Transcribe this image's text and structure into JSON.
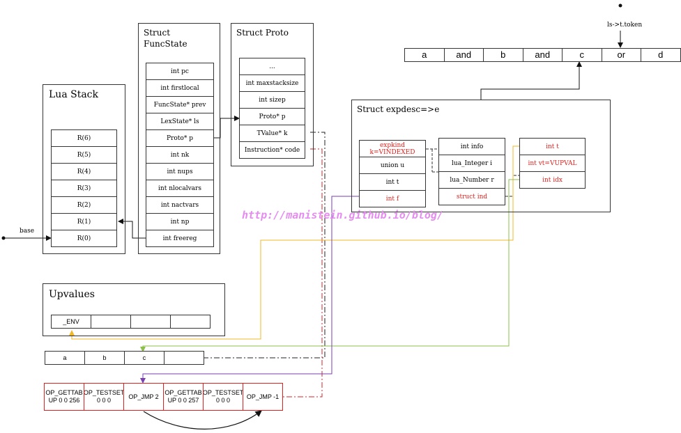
{
  "lua_stack": {
    "title": "Lua Stack",
    "cells": [
      "R(6)",
      "R(5)",
      "R(4)",
      "R(3)",
      "R(2)",
      "R(1)",
      "R(0)"
    ],
    "base_label": "base"
  },
  "func_state": {
    "title_line1": "Struct",
    "title_line2": "FuncState",
    "fields": [
      "int pc",
      "int firstlocal",
      "FuncState* prev",
      "LexState* ls",
      "Proto* p",
      "int nk",
      "int nups",
      "int nlocalvars",
      "int nactvars",
      "int np",
      "int freereg"
    ]
  },
  "proto": {
    "title": "Struct Proto",
    "fields": [
      "...",
      "int maxstacksize",
      "int sizep",
      "Proto* p",
      "TValue* k",
      "Instruction* code"
    ]
  },
  "tokens": {
    "pointer_label": "ls->t.token",
    "items": [
      "a",
      "and",
      "b",
      "and",
      "c",
      "or",
      "d"
    ]
  },
  "expdesc": {
    "title": "Struct expdesc=>e",
    "col1": [
      "expkind k=VINDEXED",
      "union u",
      "int t",
      "int f"
    ],
    "col2": [
      "int info",
      "lua_Integer i",
      "lua_Number r",
      "struct ind"
    ],
    "col3": [
      "int t",
      "int vt=VUPVAL",
      "int idx"
    ]
  },
  "upvalues": {
    "title": "Upvalues",
    "cells": [
      "_ENV",
      "",
      "",
      ""
    ]
  },
  "constants": {
    "cells": [
      "a",
      "b",
      "c",
      ""
    ]
  },
  "code": {
    "cells": [
      "OP_GETTAB UP 0 0 256",
      "OP_TESTSET 0 0 0",
      "OP_JMP 2",
      "OP_GETTAB UP 0 0 257",
      "OP_TESTSET 0 0 0",
      "OP_JMP -1"
    ]
  },
  "watermark": "http://manistein.github.io/blog/",
  "colors": {
    "yellow": "#f0b828",
    "green": "#8cbf4a",
    "purple": "#7a3fb0",
    "red_dash": "#d0242a",
    "text_red": "#e0201c"
  }
}
